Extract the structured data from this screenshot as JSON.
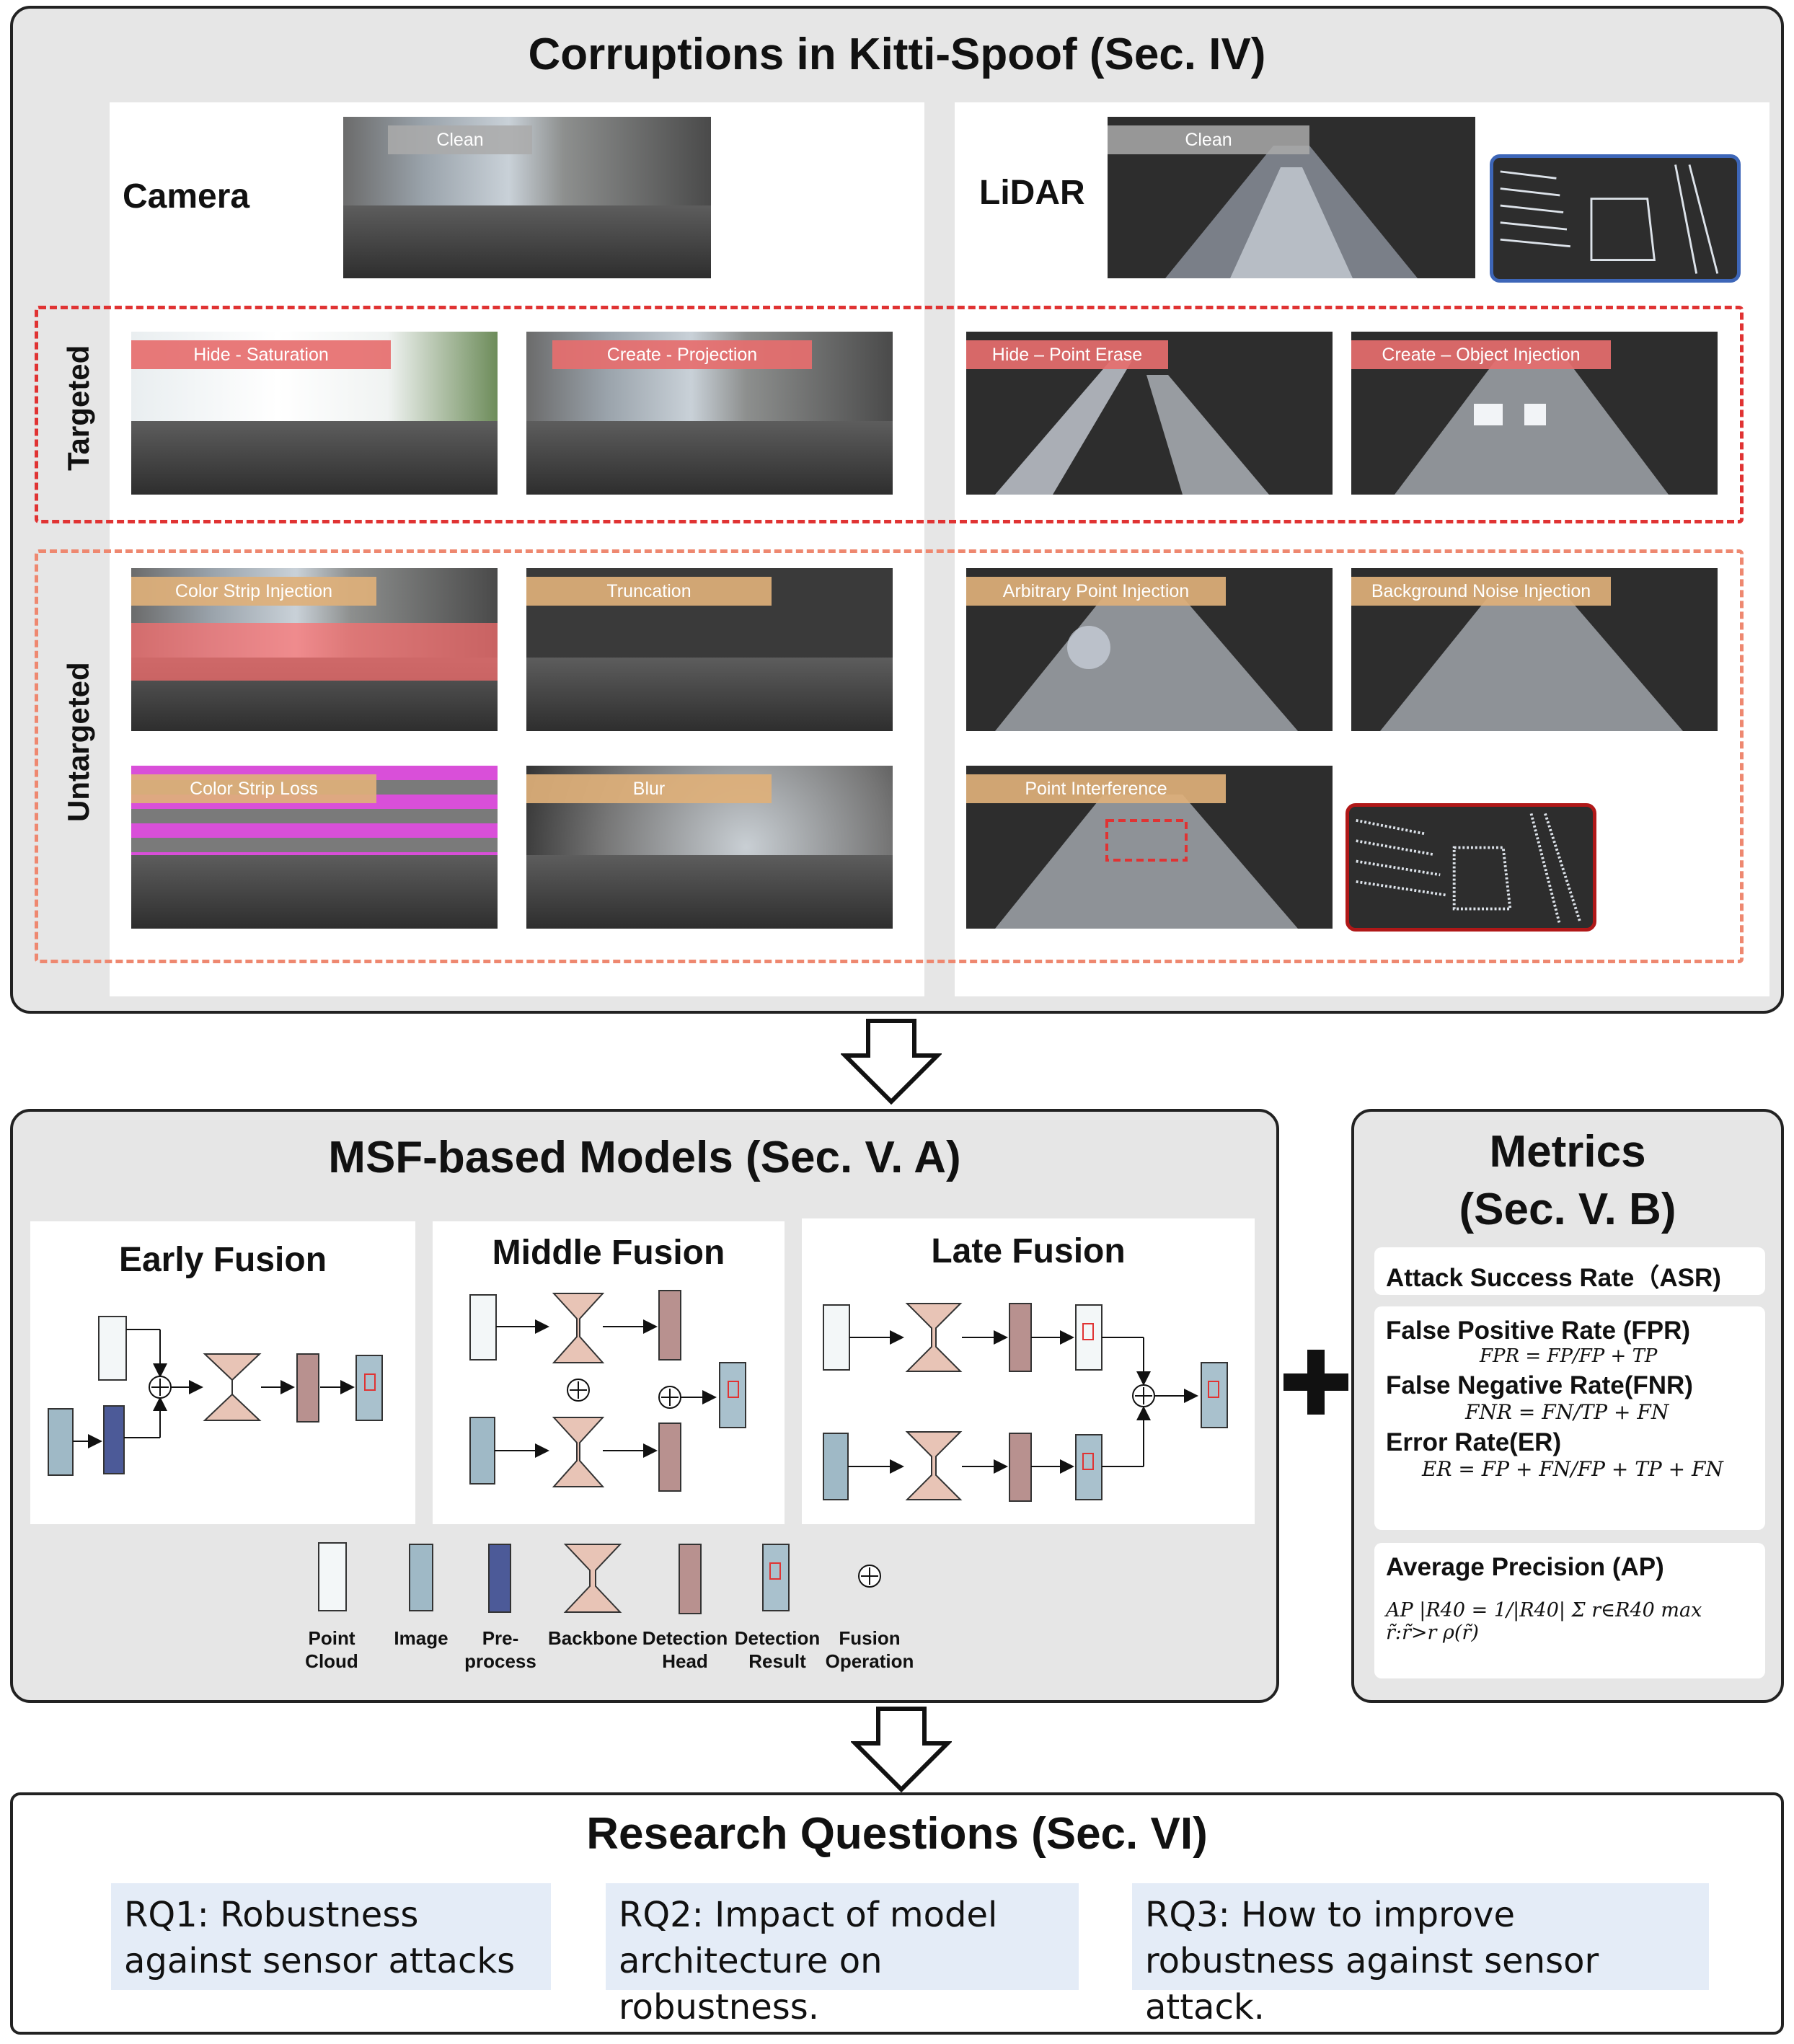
{
  "top": {
    "title": "Corruptions in Kitti-Spoof (Sec. IV)",
    "camera_label": "Camera",
    "lidar_label": "LiDAR",
    "clean_camera": "Clean",
    "clean_lidar": "Clean",
    "targeted_label": "Targeted",
    "untargeted_label": "Untargeted",
    "targeted": [
      "Hide - Saturation",
      "Create - Projection",
      "Hide – Point Erase",
      "Create – Object Injection"
    ],
    "untargeted_camera": [
      "Color Strip Injection",
      "Truncation",
      "Color Strip Loss",
      "Blur"
    ],
    "untargeted_lidar": [
      "Arbitrary Point Injection",
      "Background Noise Injection",
      "Point Interference"
    ]
  },
  "models": {
    "title": "MSF-based Models (Sec. V. A)",
    "early": "Early Fusion",
    "middle": "Middle Fusion",
    "late": "Late Fusion",
    "legend": [
      {
        "l1": "Point",
        "l2": "Cloud"
      },
      {
        "l1": "Image",
        "l2": ""
      },
      {
        "l1": "Pre-",
        "l2": "process"
      },
      {
        "l1": "Backbone",
        "l2": ""
      },
      {
        "l1": "Detection",
        "l2": "Head"
      },
      {
        "l1": "Detection",
        "l2": "Result"
      },
      {
        "l1": "Fusion",
        "l2": "Operation"
      }
    ]
  },
  "metrics": {
    "title1": "Metrics",
    "title2": "(Sec. V. B)",
    "asr": "Attack Success Rate（ASR)",
    "fpr": "False Positive Rate (FPR)",
    "fpr_formula": "FPR = FP/FP + TP",
    "fnr": "False Negative Rate(FNR)",
    "fnr_formula": "FNR = FN/TP + FN",
    "er": "Error Rate(ER)",
    "er_formula": "ER = FP + FN/FP + TP + FN",
    "ap": "Average Precision (AP)",
    "ap_formula": "AP |R40 = 1/|R40| Σ r∈R40 max r̃:r̃>r ρ(r̃)"
  },
  "research": {
    "title": "Research Questions (Sec. VI)",
    "rq1": "RQ1: Robustness against sensor attacks",
    "rq2": "RQ2: Impact of model architecture on robustness.",
    "rq3": "RQ3: How to improve robustness against sensor attack."
  },
  "colors": {
    "panel": "#e6e6e6",
    "targeted_border": "#e03333",
    "untargeted_border": "#ee8870",
    "backbone": "#e8c4b6",
    "head": "#b8918f",
    "preprocess": "#4c5a98",
    "rq_bg": "#e4ecf7"
  }
}
